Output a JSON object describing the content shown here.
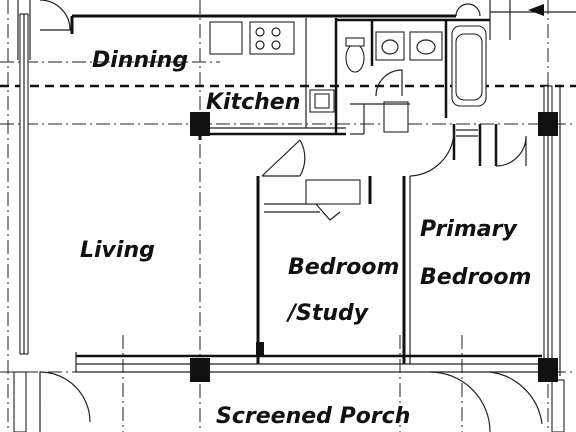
{
  "rooms": {
    "dining": "Dinning",
    "kitchen": "Kitchen",
    "living": "Living",
    "bedroom_line1": "Bedroom",
    "bedroom_line2": "/Study",
    "primary_line1": "Primary",
    "primary_line2": "Bedroom",
    "porch": "Screened Porch"
  },
  "colors": {
    "ink": "#111111",
    "background": "#ffffff"
  }
}
